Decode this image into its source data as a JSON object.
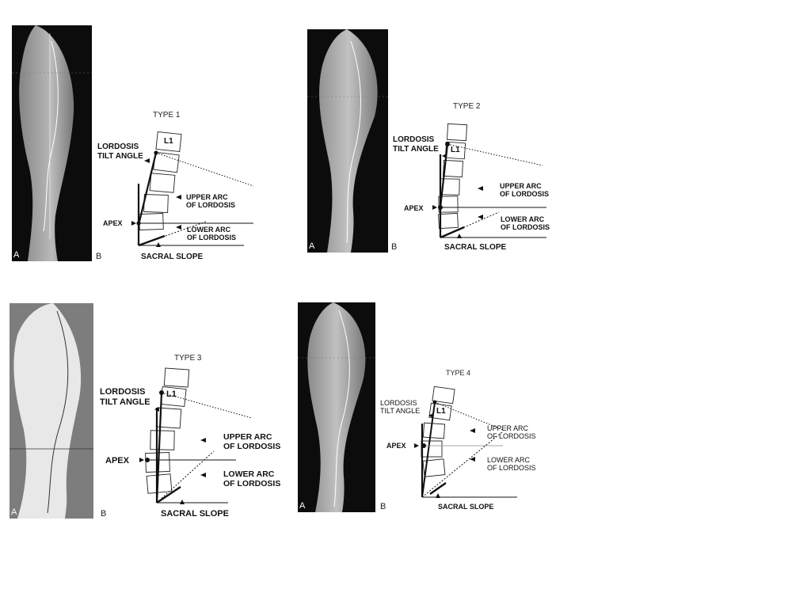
{
  "figure": {
    "panels": [
      {
        "id": "type1",
        "title": "TYPE 1",
        "image_label": "A",
        "diagram_label": "B",
        "vertebra_label": "L1",
        "lordosis_tilt_angle": [
          "LORDOSIS",
          "TILT ANGLE"
        ],
        "upper_arc": [
          "UPPER ARC",
          "OF LORDOSIS"
        ],
        "lower_arc": [
          "LOWER ARC",
          "OF LORDOSIS"
        ],
        "apex": "APEX",
        "sacral_slope": "SACRAL SLOPE"
      },
      {
        "id": "type2",
        "title": "TYPE 2",
        "image_label": "A",
        "diagram_label": "B",
        "vertebra_label": "L1",
        "lordosis_tilt_angle": [
          "LORDOSIS",
          "TILT ANGLE"
        ],
        "upper_arc": [
          "UPPER ARC",
          "OF LORDOSIS"
        ],
        "lower_arc": [
          "LOWER ARC",
          "OF LORDOSIS"
        ],
        "apex": "APEX",
        "sacral_slope": "SACRAL SLOPE"
      },
      {
        "id": "type3",
        "title": "TYPE 3",
        "image_label": "A",
        "diagram_label": "B",
        "vertebra_label": "L1",
        "lordosis_tilt_angle": [
          "LORDOSIS",
          "TILT ANGLE"
        ],
        "upper_arc": [
          "UPPER ARC",
          "OF LORDOSIS"
        ],
        "lower_arc": [
          "LOWER ARC",
          "OF LORDOSIS"
        ],
        "apex": "APEX",
        "sacral_slope": "SACRAL SLOPE"
      },
      {
        "id": "type4",
        "title": "TYPE 4",
        "image_label": "A",
        "diagram_label": "B",
        "vertebra_label": "L1",
        "lordosis_tilt_angle": [
          "LORDOSIS",
          "TILT ANGLE"
        ],
        "upper_arc": [
          "UPPER ARC",
          "OF LORDOSIS"
        ],
        "lower_arc": [
          "LOWER ARC",
          "OF LORDOSIS"
        ],
        "apex": "APEX",
        "sacral_slope": "SACRAL SLOPE"
      }
    ]
  }
}
